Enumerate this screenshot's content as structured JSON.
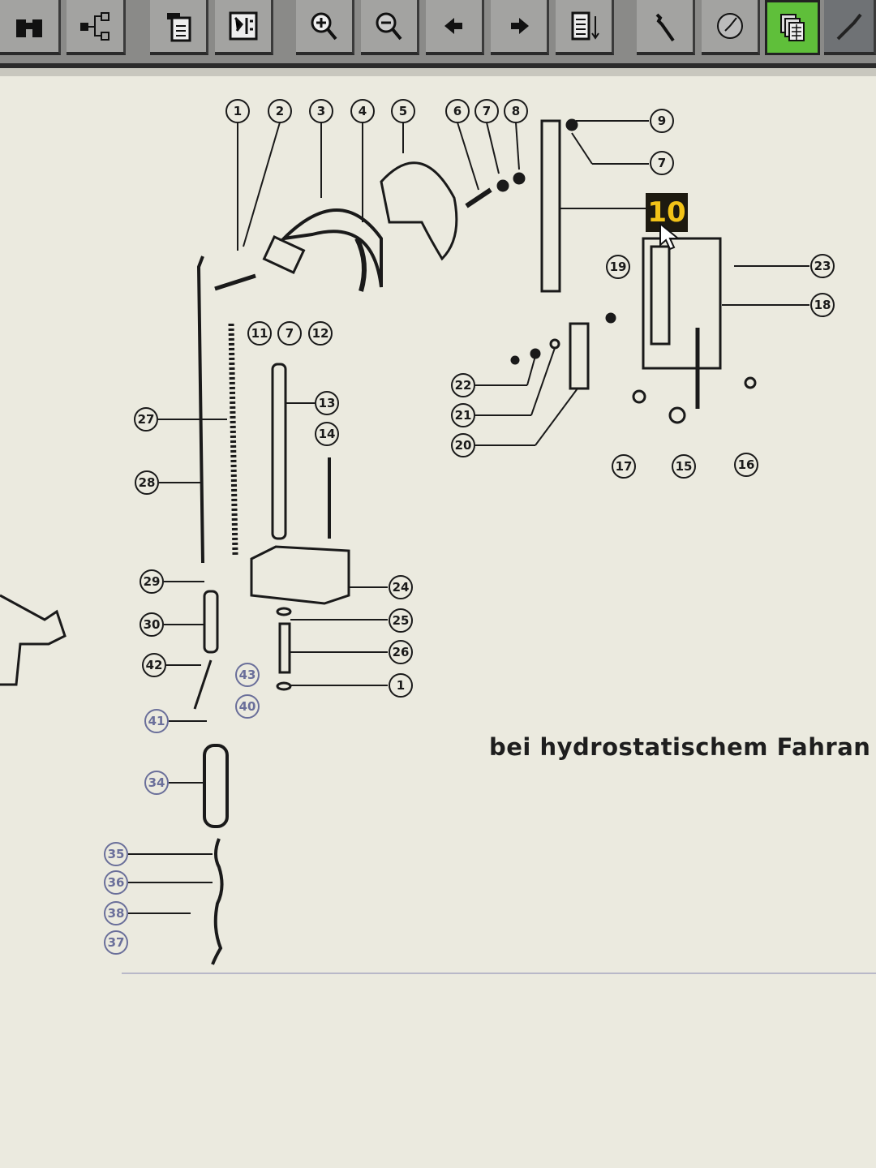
{
  "toolbar": {
    "buttons": [
      {
        "icon": "binoculars-icon",
        "active": false
      },
      {
        "icon": "tree-structure-icon",
        "active": false
      },
      {
        "icon": "document-icon",
        "active": false
      },
      {
        "icon": "diagram-view-icon",
        "active": false
      },
      {
        "icon": "zoom-in-icon",
        "active": false
      },
      {
        "icon": "zoom-out-icon",
        "active": false
      },
      {
        "icon": "arrow-left-icon",
        "active": false
      },
      {
        "icon": "arrow-right-icon",
        "active": false
      },
      {
        "icon": "list-sort-down-icon",
        "active": false
      },
      {
        "icon": "wrench-icon",
        "active": false
      },
      {
        "icon": "gauge-icon",
        "active": false
      },
      {
        "icon": "copy-pages-icon",
        "active": true
      },
      {
        "icon": "screwdriver-icon",
        "active": false
      }
    ],
    "active_color": "#5fbf3a"
  },
  "diagram": {
    "callouts": [
      "1",
      "2",
      "3",
      "4",
      "5",
      "6",
      "7",
      "8",
      "9",
      "7",
      "10",
      "19",
      "23",
      "18",
      "11",
      "7",
      "12",
      "22",
      "21",
      "20",
      "17",
      "15",
      "16",
      "27",
      "28",
      "13",
      "14",
      "24",
      "25",
      "26",
      "1",
      "29",
      "30",
      "42",
      "43",
      "40",
      "41",
      "34",
      "35",
      "36",
      "38",
      "37"
    ],
    "highlighted": "10",
    "highlight_color": "#f2c318",
    "caption": "bei hydrostatischem Fahran"
  }
}
